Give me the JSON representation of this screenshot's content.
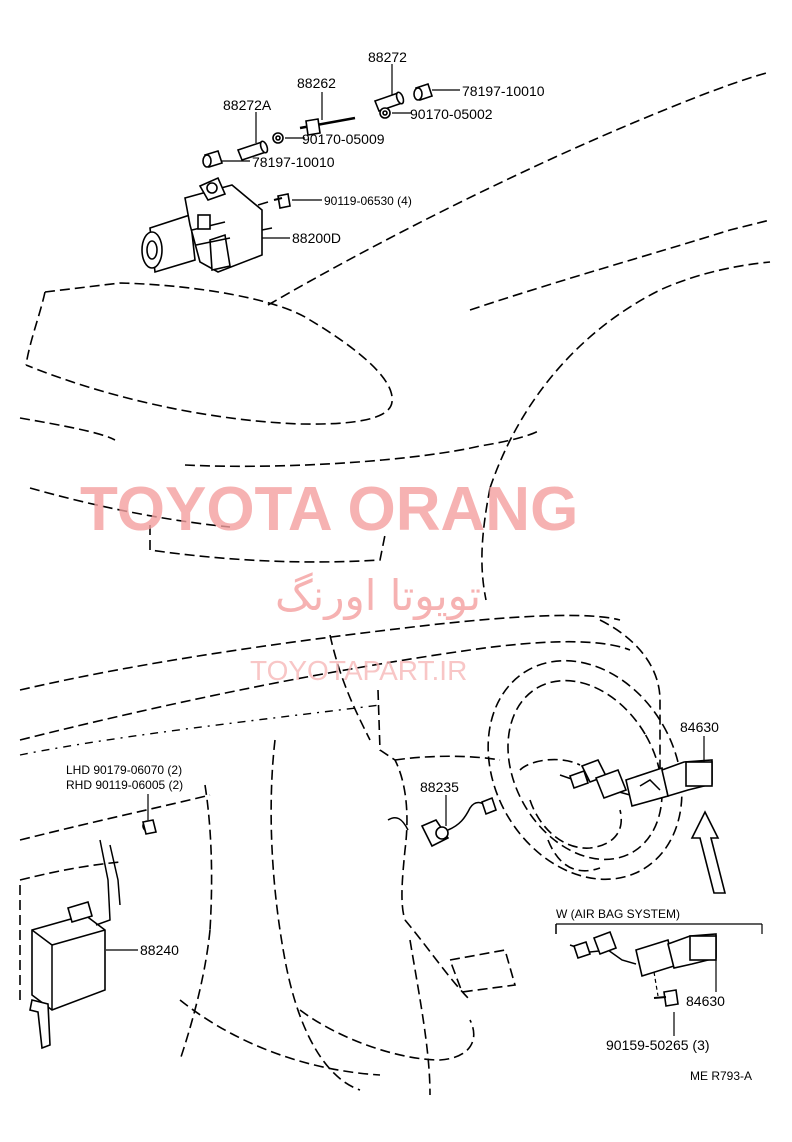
{
  "labels": {
    "p88272": "88272",
    "p88262": "88262",
    "p88272A": "88272A",
    "p78197_top": "78197-10010",
    "p90170_05002": "90170-05002",
    "p90170_05009": "90170-05009",
    "p78197_mid": "78197-10010",
    "p90119_06530": "90119-06530 (4)",
    "p88200D": "88200D",
    "p84630_upper": "84630",
    "p88235": "88235",
    "lhd": "LHD 90179-06070 (2)",
    "rhd": "RHD 90119-06005 (2)",
    "p88240": "88240",
    "airbag": "W (AIR BAG SYSTEM)",
    "p84630_lower": "84630",
    "p90159": "90159-50265 (3)",
    "ref": "ME R793-A"
  },
  "watermark": {
    "title": "TOYOTA ORANG",
    "persian": "تویوتا اورنگ",
    "url": "TOYOTAPART.IR",
    "color": "#f4a0a0"
  }
}
